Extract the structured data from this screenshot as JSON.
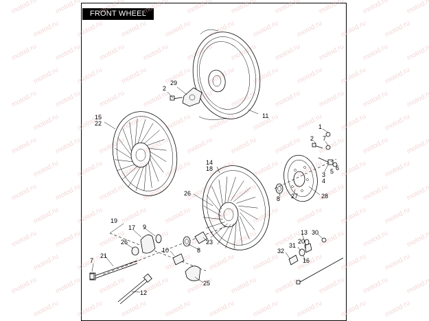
{
  "diagram": {
    "title": "FRONT WHEEL",
    "watermark": "motod.ru",
    "colors": {
      "border": "#000000",
      "title_bg": "#000000",
      "title_text": "#ffffff",
      "watermark": "#e8b8b8"
    }
  },
  "callouts": {
    "c1": "1",
    "c2a": "2",
    "c2b": "2",
    "c3": "3",
    "c4": "4",
    "c5": "5",
    "c6": "6",
    "c7a": "7",
    "c7b": "7",
    "c8a": "8",
    "c8b": "8",
    "c9": "9",
    "c10": "10",
    "c11": "11",
    "c12": "12",
    "c13": "13",
    "c14": "14",
    "c15": "15",
    "c16": "16",
    "c17": "17",
    "c18": "18",
    "c19": "19",
    "c20": "20",
    "c21": "21",
    "c22": "22",
    "c23": "23",
    "c25": "25",
    "c26a": "26",
    "c26b": "26",
    "c27": "27",
    "c28": "28",
    "c29": "29",
    "c30": "30",
    "c31": "31",
    "c32": "32"
  }
}
